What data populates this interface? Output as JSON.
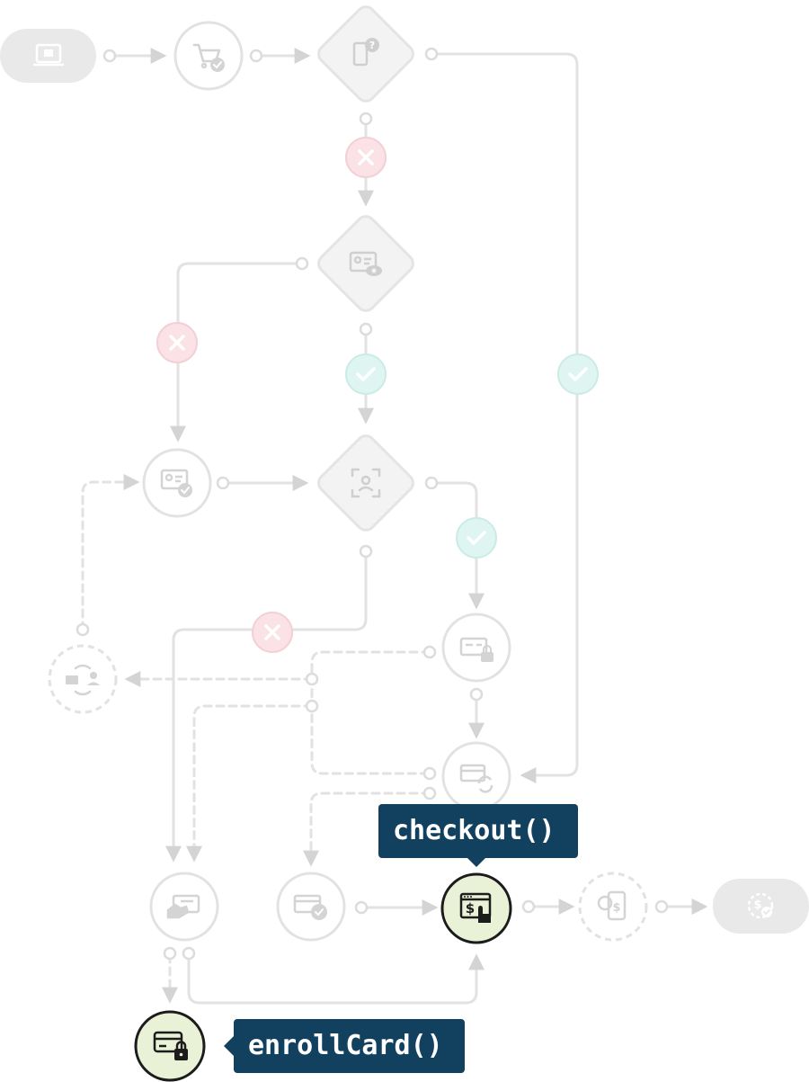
{
  "labels": {
    "checkout": "checkout()",
    "enroll_card": "enrollCard()"
  },
  "colors": {
    "faded_stroke": "#e2e2e2",
    "faded_fill": "#f3f3f3",
    "faded_icon": "#d4d4d4",
    "no_badge": "#fbe2e6",
    "yes_badge": "#dff5f1",
    "active_fill": "#e9f2d6",
    "active_stroke": "#1c1c1c",
    "label_bg": "#12405f",
    "label_text": "#ffffff"
  },
  "nodes": [
    {
      "id": "start",
      "shape": "pill",
      "icon": "laptop-shop-icon",
      "state": "faded"
    },
    {
      "id": "cart-checked",
      "shape": "circle",
      "icon": "cart-check-icon",
      "state": "faded"
    },
    {
      "id": "phone-question",
      "shape": "diamond",
      "icon": "phone-question-icon",
      "state": "faded"
    },
    {
      "id": "id-card-view",
      "shape": "diamond",
      "icon": "id-card-eye-icon",
      "state": "faded"
    },
    {
      "id": "id-card-verified",
      "shape": "circle",
      "icon": "id-card-check-icon",
      "state": "faded"
    },
    {
      "id": "face-scan",
      "shape": "diamond",
      "icon": "face-scan-icon",
      "state": "faded"
    },
    {
      "id": "card-lock",
      "shape": "circle",
      "icon": "card-lock-icon",
      "state": "faded"
    },
    {
      "id": "mail-user-sync",
      "shape": "circle",
      "icon": "mail-user-sync-icon",
      "state": "faded",
      "dashed": true
    },
    {
      "id": "card-refresh",
      "shape": "circle",
      "icon": "card-refresh-icon",
      "state": "faded"
    },
    {
      "id": "card-hand",
      "shape": "circle",
      "icon": "card-hand-icon",
      "state": "faded"
    },
    {
      "id": "card-check",
      "shape": "circle",
      "icon": "card-check-icon",
      "state": "faded"
    },
    {
      "id": "checkout",
      "shape": "circle",
      "icon": "checkout-screen-icon",
      "state": "active"
    },
    {
      "id": "phone-pay",
      "shape": "circle",
      "icon": "phone-payment-icon",
      "state": "faded",
      "dashed": true
    },
    {
      "id": "end",
      "shape": "pill",
      "icon": "money-check-icon",
      "state": "faded"
    },
    {
      "id": "enroll-card",
      "shape": "circle",
      "icon": "card-lock-icon",
      "state": "active"
    }
  ],
  "decisions": [
    {
      "id": "no-1",
      "kind": "no",
      "icon": "x-icon"
    },
    {
      "id": "no-2",
      "kind": "no",
      "icon": "x-icon"
    },
    {
      "id": "yes-1",
      "kind": "yes",
      "icon": "check-icon"
    },
    {
      "id": "yes-2",
      "kind": "yes",
      "icon": "check-icon"
    },
    {
      "id": "no-3",
      "kind": "no",
      "icon": "x-icon"
    },
    {
      "id": "yes-3",
      "kind": "yes",
      "icon": "check-icon"
    }
  ]
}
